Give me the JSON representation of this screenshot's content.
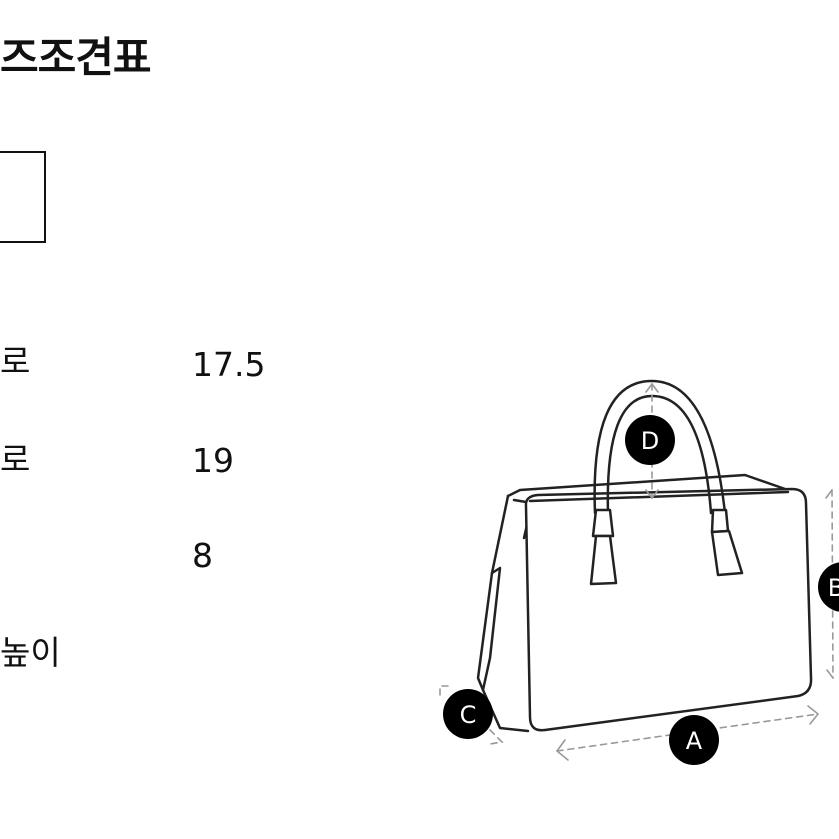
{
  "title": "즈조견표",
  "rows": [
    {
      "label": "로",
      "value": "17.5"
    },
    {
      "label": "로",
      "value": "19"
    },
    {
      "label": "",
      "value": "8"
    },
    {
      "label": "높이",
      "value": ""
    }
  ],
  "diagram": {
    "markers": {
      "a": "A",
      "b": "B",
      "c": "C",
      "d": "D"
    }
  }
}
